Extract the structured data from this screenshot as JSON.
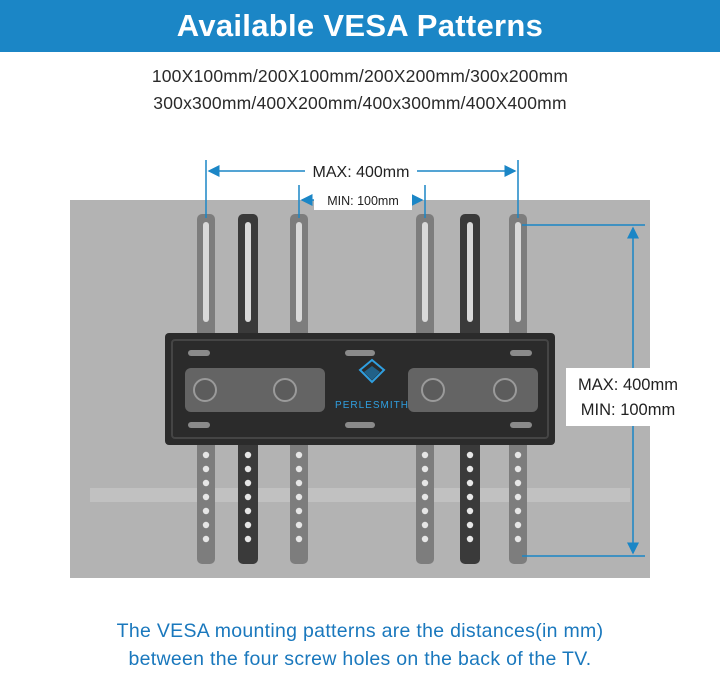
{
  "banner": {
    "title": "Available VESA Patterns"
  },
  "patterns": {
    "line1": "100X100mm/200X100mm/200X200mm/300x200mm",
    "line2": "300x300mm/400X200mm/400x300mm/400X400mm"
  },
  "diagram": {
    "horizontal_max_label": "MAX: 400mm",
    "horizontal_min_label": "MIN: 100mm",
    "vertical_max_label": "MAX: 400mm",
    "vertical_min_label": "MIN: 100mm",
    "brand_name": "PERLESMITH",
    "colors": {
      "accent": "#1b86c6",
      "tv_back": "#b3b3b3",
      "plate": "#2b2b2b",
      "arm_light": "#7d7d7d",
      "arm_dark": "#3a3a3a"
    }
  },
  "footer": {
    "line1": "The VESA mounting patterns are the distances(in mm)",
    "line2": "between the four screw holes on the back of the TV."
  }
}
